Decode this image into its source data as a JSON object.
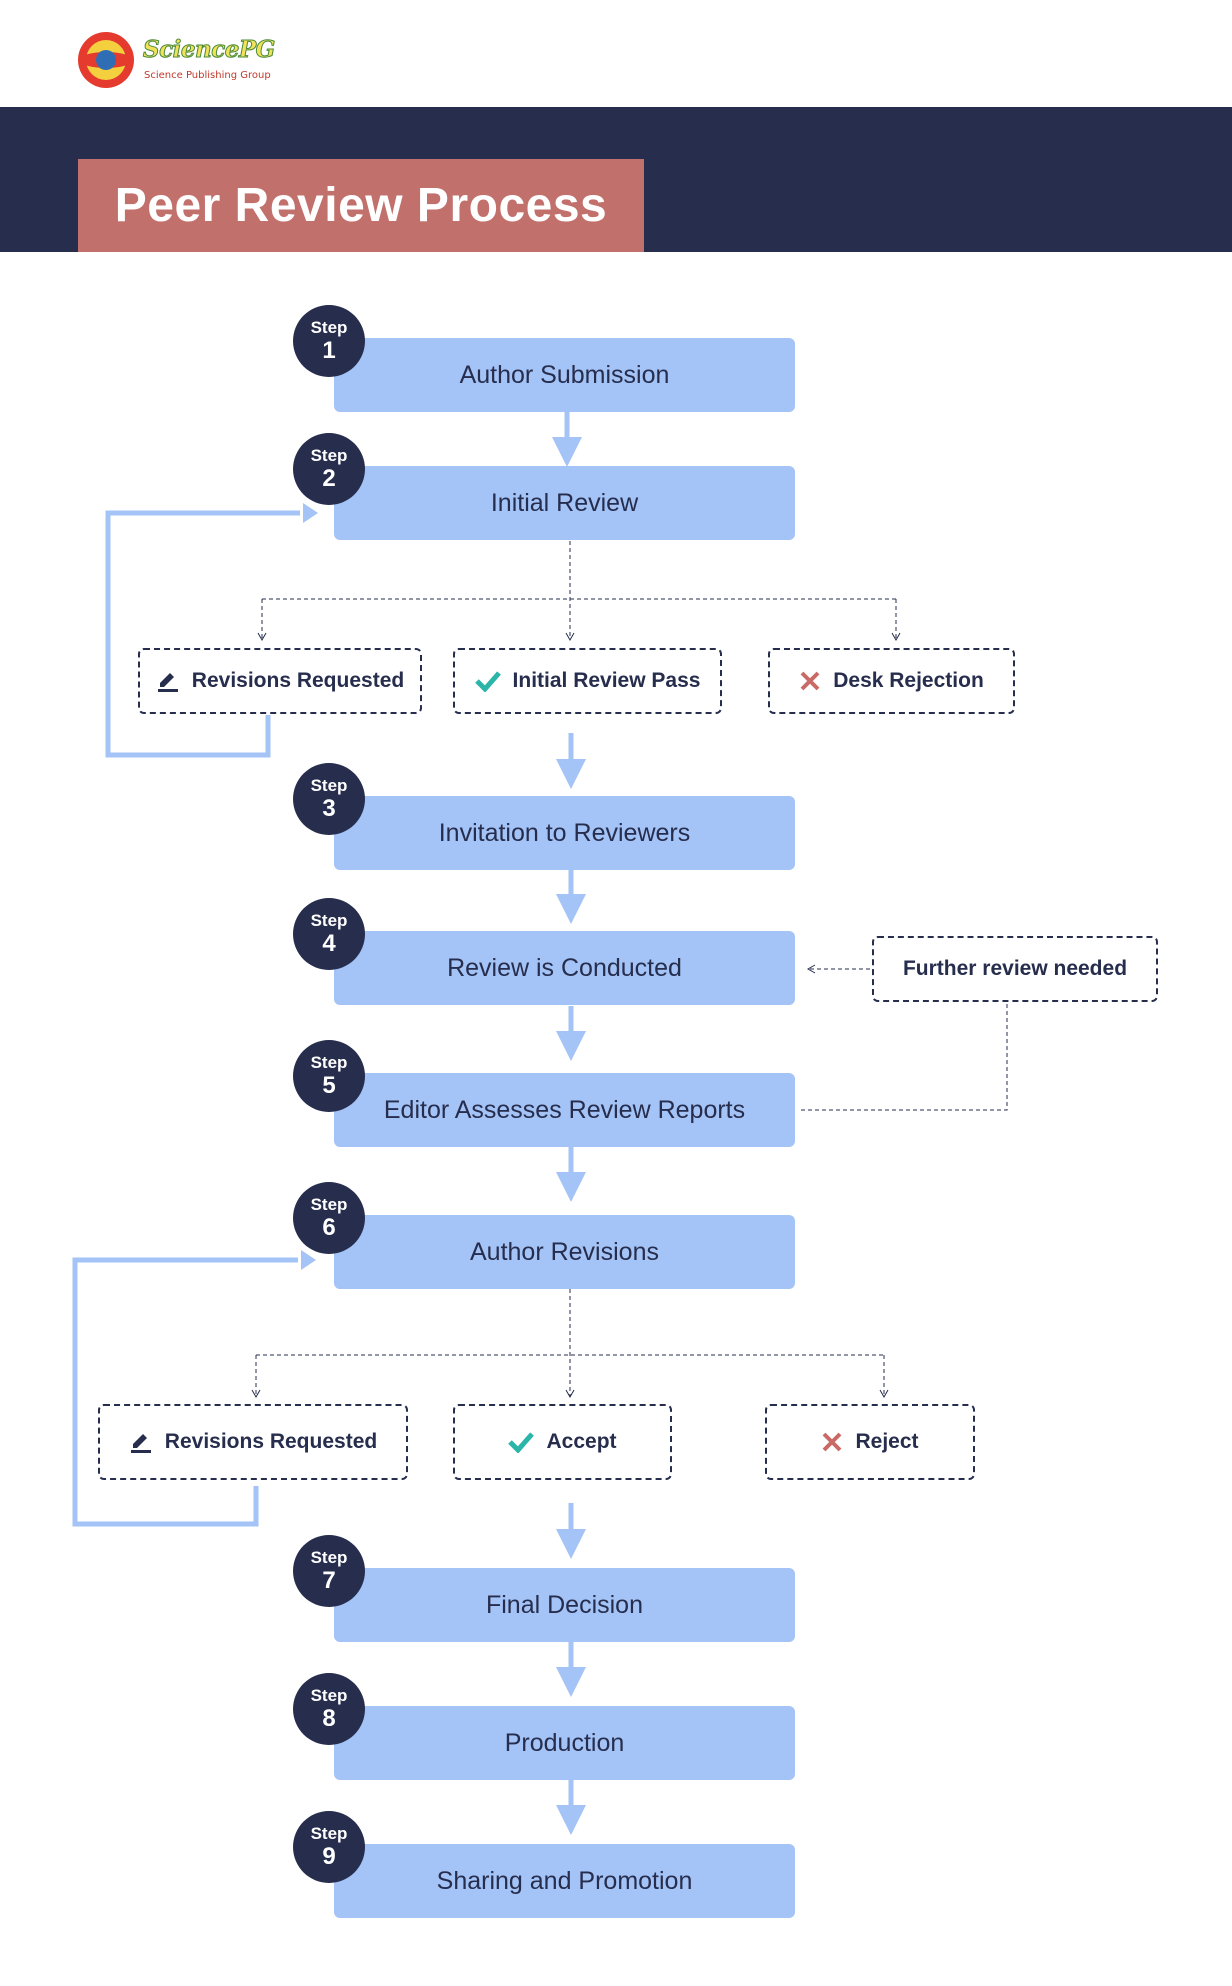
{
  "header": {
    "logo_name": "SciencePG",
    "logo_subtitle": "Science Publishing Group"
  },
  "title": "Peer Review Process",
  "badge_label": "Step",
  "steps": [
    {
      "number": "1",
      "label": "Author Submission"
    },
    {
      "number": "2",
      "label": "Initial Review"
    },
    {
      "number": "3",
      "label": "Invitation to Reviewers"
    },
    {
      "number": "4",
      "label": "Review is Conducted"
    },
    {
      "number": "5",
      "label": "Editor Assesses Review Reports"
    },
    {
      "number": "6",
      "label": "Author Revisions"
    },
    {
      "number": "7",
      "label": "Final Decision"
    },
    {
      "number": "8",
      "label": "Production"
    },
    {
      "number": "9",
      "label": "Sharing and Promotion"
    }
  ],
  "initial_review_outcomes": [
    {
      "label": "Revisions Requested",
      "icon": "pencil-icon"
    },
    {
      "label": "Initial Review Pass",
      "icon": "check-icon"
    },
    {
      "label": "Desk Rejection",
      "icon": "cross-icon"
    }
  ],
  "revision_outcomes": [
    {
      "label": "Revisions Requested",
      "icon": "pencil-icon"
    },
    {
      "label": "Accept",
      "icon": "check-icon"
    },
    {
      "label": "Reject",
      "icon": "cross-icon"
    }
  ],
  "further_review": "Further review needed",
  "colors": {
    "navy": "#262d4d",
    "box_blue": "#a4c3f6",
    "arrow_blue": "#a4c3f6",
    "title_red": "#c2706b",
    "check_teal": "#2bb5a8",
    "cross_red": "#c96a66"
  }
}
